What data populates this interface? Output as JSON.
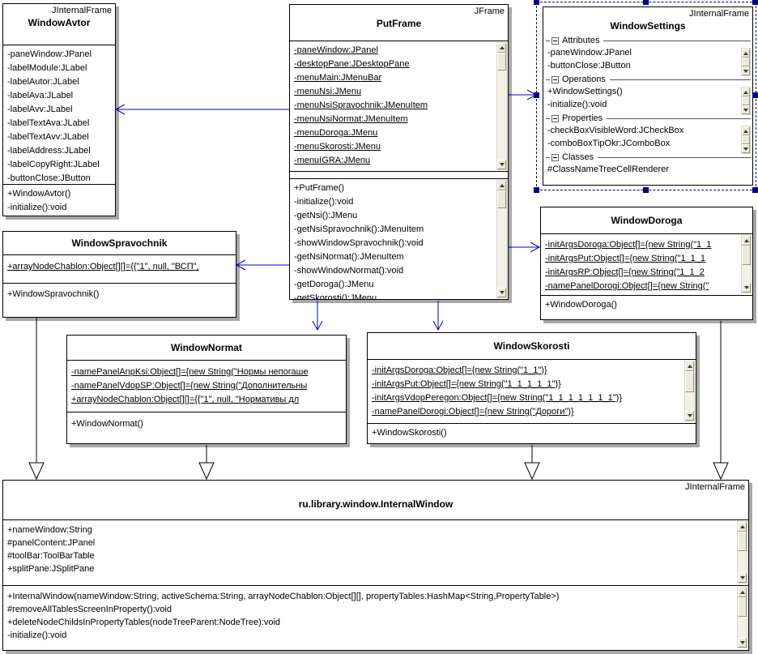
{
  "classes": {
    "window_avtor": {
      "stereotype": "JInternalFrame",
      "name": "WindowAvtor",
      "attributes": [
        "-paneWindow:JPanel",
        "-labelModule:JLabel",
        "-labelAutor:JLabel",
        "-labelAva:JLabel",
        "-labelAvv:JLabel",
        "-labelTextAva:JLabel",
        "-labelTextAvv:JLabel",
        "-labelAddress:JLabel",
        "-labelCopyRight:JLabel",
        "-buttonClose:JButton"
      ],
      "operations": [
        "+WindowAvtor()",
        "-initialize():void"
      ]
    },
    "put_frame": {
      "stereotype": "JFrame",
      "name": "PutFrame",
      "attributes": [
        "-paneWindow:JPanel",
        "-desktopPane:JDesktopPane",
        "-menuMain:JMenuBar",
        "-menuNsi:JMenu",
        "-menuNsiSpravochnik:JMenuItem",
        "-menuNsiNormat:JMenuItem",
        "-menuDoroga:JMenu",
        "-menuSkorosti:JMenu",
        "-menuIGRA:JMenu"
      ],
      "operations": [
        "+PutFrame()",
        "-initialize():void",
        "-getNsi():JMenu",
        "-getNsiSpravochnik():JMenuItem",
        "-showWindowSpravochnik():void",
        "-getNsiNormat():JMenuItem",
        "-showWindowNormat():void",
        "-getDoroga():JMenu",
        "-getSkorosti():JMenu"
      ]
    },
    "window_settings": {
      "stereotype": "JInternalFrame",
      "name": "WindowSettings",
      "groups": [
        {
          "label": "Attributes",
          "items": [
            "-paneWindow:JPanel",
            "-buttonClose:JButton"
          ]
        },
        {
          "label": "Operations",
          "items": [
            "+WindowSettings()",
            "-initialize():void"
          ]
        },
        {
          "label": "Properties",
          "items": [
            "-checkBoxVisibleWord:JCheckBox",
            "-comboBoxTipOkr:JComboBox"
          ]
        },
        {
          "label": "Classes",
          "items": [
            "#ClassNameTreeCellRenderer"
          ]
        }
      ]
    },
    "window_spravochnik": {
      "name": "WindowSpravochnik",
      "attributes": [
        "+arrayNodeChablon:Object[][]={{\"1\", null, \"ВСП\","
      ],
      "operations": [
        "+WindowSpravochnik()"
      ]
    },
    "window_doroga": {
      "name": "WindowDoroga",
      "attributes": [
        "-initArgsDoroga:Object[]={new String(\"1_1",
        "-initArgsPut:Object[]={new String(\"1_1_1",
        "-initArgsRP:Object[]={new String(\"1_1_2",
        "-namePanelDorogi:Object[]={new String(\""
      ],
      "operations": [
        "+WindowDoroga()"
      ]
    },
    "window_normat": {
      "name": "WindowNormat",
      "attributes": [
        "-namePanelAnpKsi:Object[]={new String(\"Нормы непогаше",
        "-namePanelVdopSP:Object[]={new String(\"Дополнительны",
        "+arrayNodeChablon:Object[][]={{\"1\", null, \"Нормативы дл"
      ],
      "operations": [
        "+WindowNormat()"
      ]
    },
    "window_skorosti": {
      "name": "WindowSkorosti",
      "attributes": [
        "-initArgsDoroga:Object[]={new String(\"1_1\")}",
        "-initArgsPut:Object[]={new String(\"1_1_1_1_1\")}",
        "-initArgsVdopPeregon:Object[]={new String(\"1_1_1_1_1_1_1\")}",
        "-namePanelDorogi:Object[]={new String(\"Дороги\")}"
      ],
      "operations": [
        "+WindowSkorosti()"
      ]
    },
    "internal_window": {
      "stereotype": "JInternalFrame",
      "name": "ru.library.window.InternalWindow",
      "attributes": [
        "+nameWindow:String",
        "#panelContent:JPanel",
        "#toolBar:ToolBarTable",
        "+splitPane:JSplitPane"
      ],
      "operations": [
        "+InternalWindow(nameWindow:String, activeSchema:String, arrayNodeChablon:Object[][], propertyTables:HashMap<String,PropertyTable>)",
        "#removeAllTablesScreenInProperty():void",
        "+deleteNodeChildsInPropertyTables(nodeTreeParent:NodeTree):void",
        "-initialize():void"
      ]
    }
  },
  "colors": {
    "dependency_arrow": "#0000cc",
    "inheritance_line": "#000000",
    "selection": "#000080",
    "box_shadow": "#a8a8a8"
  },
  "icons": {
    "collapse": "squared-minus",
    "scroll_up": "triangle-up",
    "scroll_down": "triangle-down"
  }
}
